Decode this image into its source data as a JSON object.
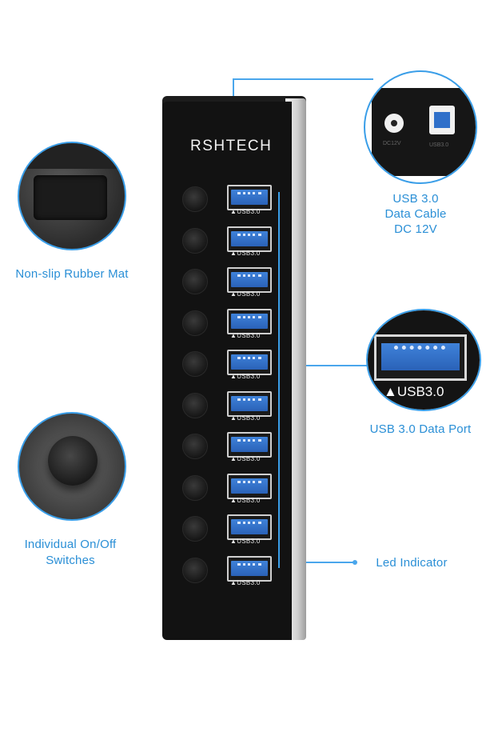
{
  "brand": "RSHTECH",
  "port_label": "▲USB3.0",
  "ports": [
    {
      "label": "▲USB3.0"
    },
    {
      "label": "▲USB3.0"
    },
    {
      "label": "▲USB3.0"
    },
    {
      "label": "▲USB3.0"
    },
    {
      "label": "▲USB3.0"
    },
    {
      "label": "▲USB3.0"
    },
    {
      "label": "▲USB3.0"
    },
    {
      "label": "▲USB3.0"
    },
    {
      "label": "▲USB3.0"
    },
    {
      "label": "▲USB3.0"
    }
  ],
  "callouts": {
    "rubber_mat": "Non-slip Rubber Mat",
    "switches_line1": "Individual On/Off",
    "switches_line2": "Switches",
    "cable_line1": "USB 3.0",
    "cable_line2": "Data Cable",
    "cable_line3": "DC 12V",
    "data_port": "USB 3.0 Data Port",
    "led": "Led Indicator",
    "zoom_port_label": "▲USB3.0",
    "dc_port_label": "DC12V",
    "usb_b_label": "USB3.0"
  },
  "colors": {
    "accent": "#2a8fd6",
    "hub_body": "#121212",
    "usb_blue": "#2f6fc9"
  }
}
